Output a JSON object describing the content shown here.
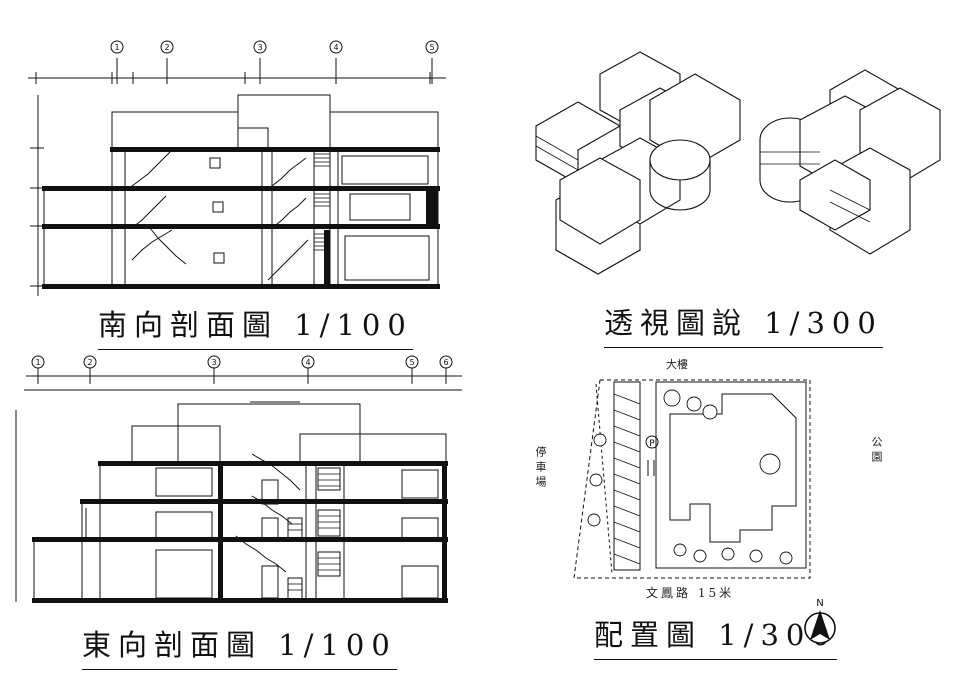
{
  "sections": {
    "south_title": "南向剖面圖 1/100",
    "east_title": "東向剖面圖 1/100"
  },
  "perspective": {
    "title": "透視圖說 1/300"
  },
  "site_plan": {
    "title": "配置圖 1/300",
    "road_top": "大樓",
    "parking": "停車場",
    "park": "公園",
    "road_bottom": "文鳳路 15米",
    "parking_symbol": "P",
    "north_symbol": "N"
  },
  "grid_south": [
    "1",
    "2",
    "3",
    "4",
    "5"
  ],
  "grid_east": [
    "1",
    "2",
    "3",
    "4",
    "5",
    "6"
  ],
  "colors": {
    "ink": "#111111",
    "paper": "#ffffff"
  }
}
